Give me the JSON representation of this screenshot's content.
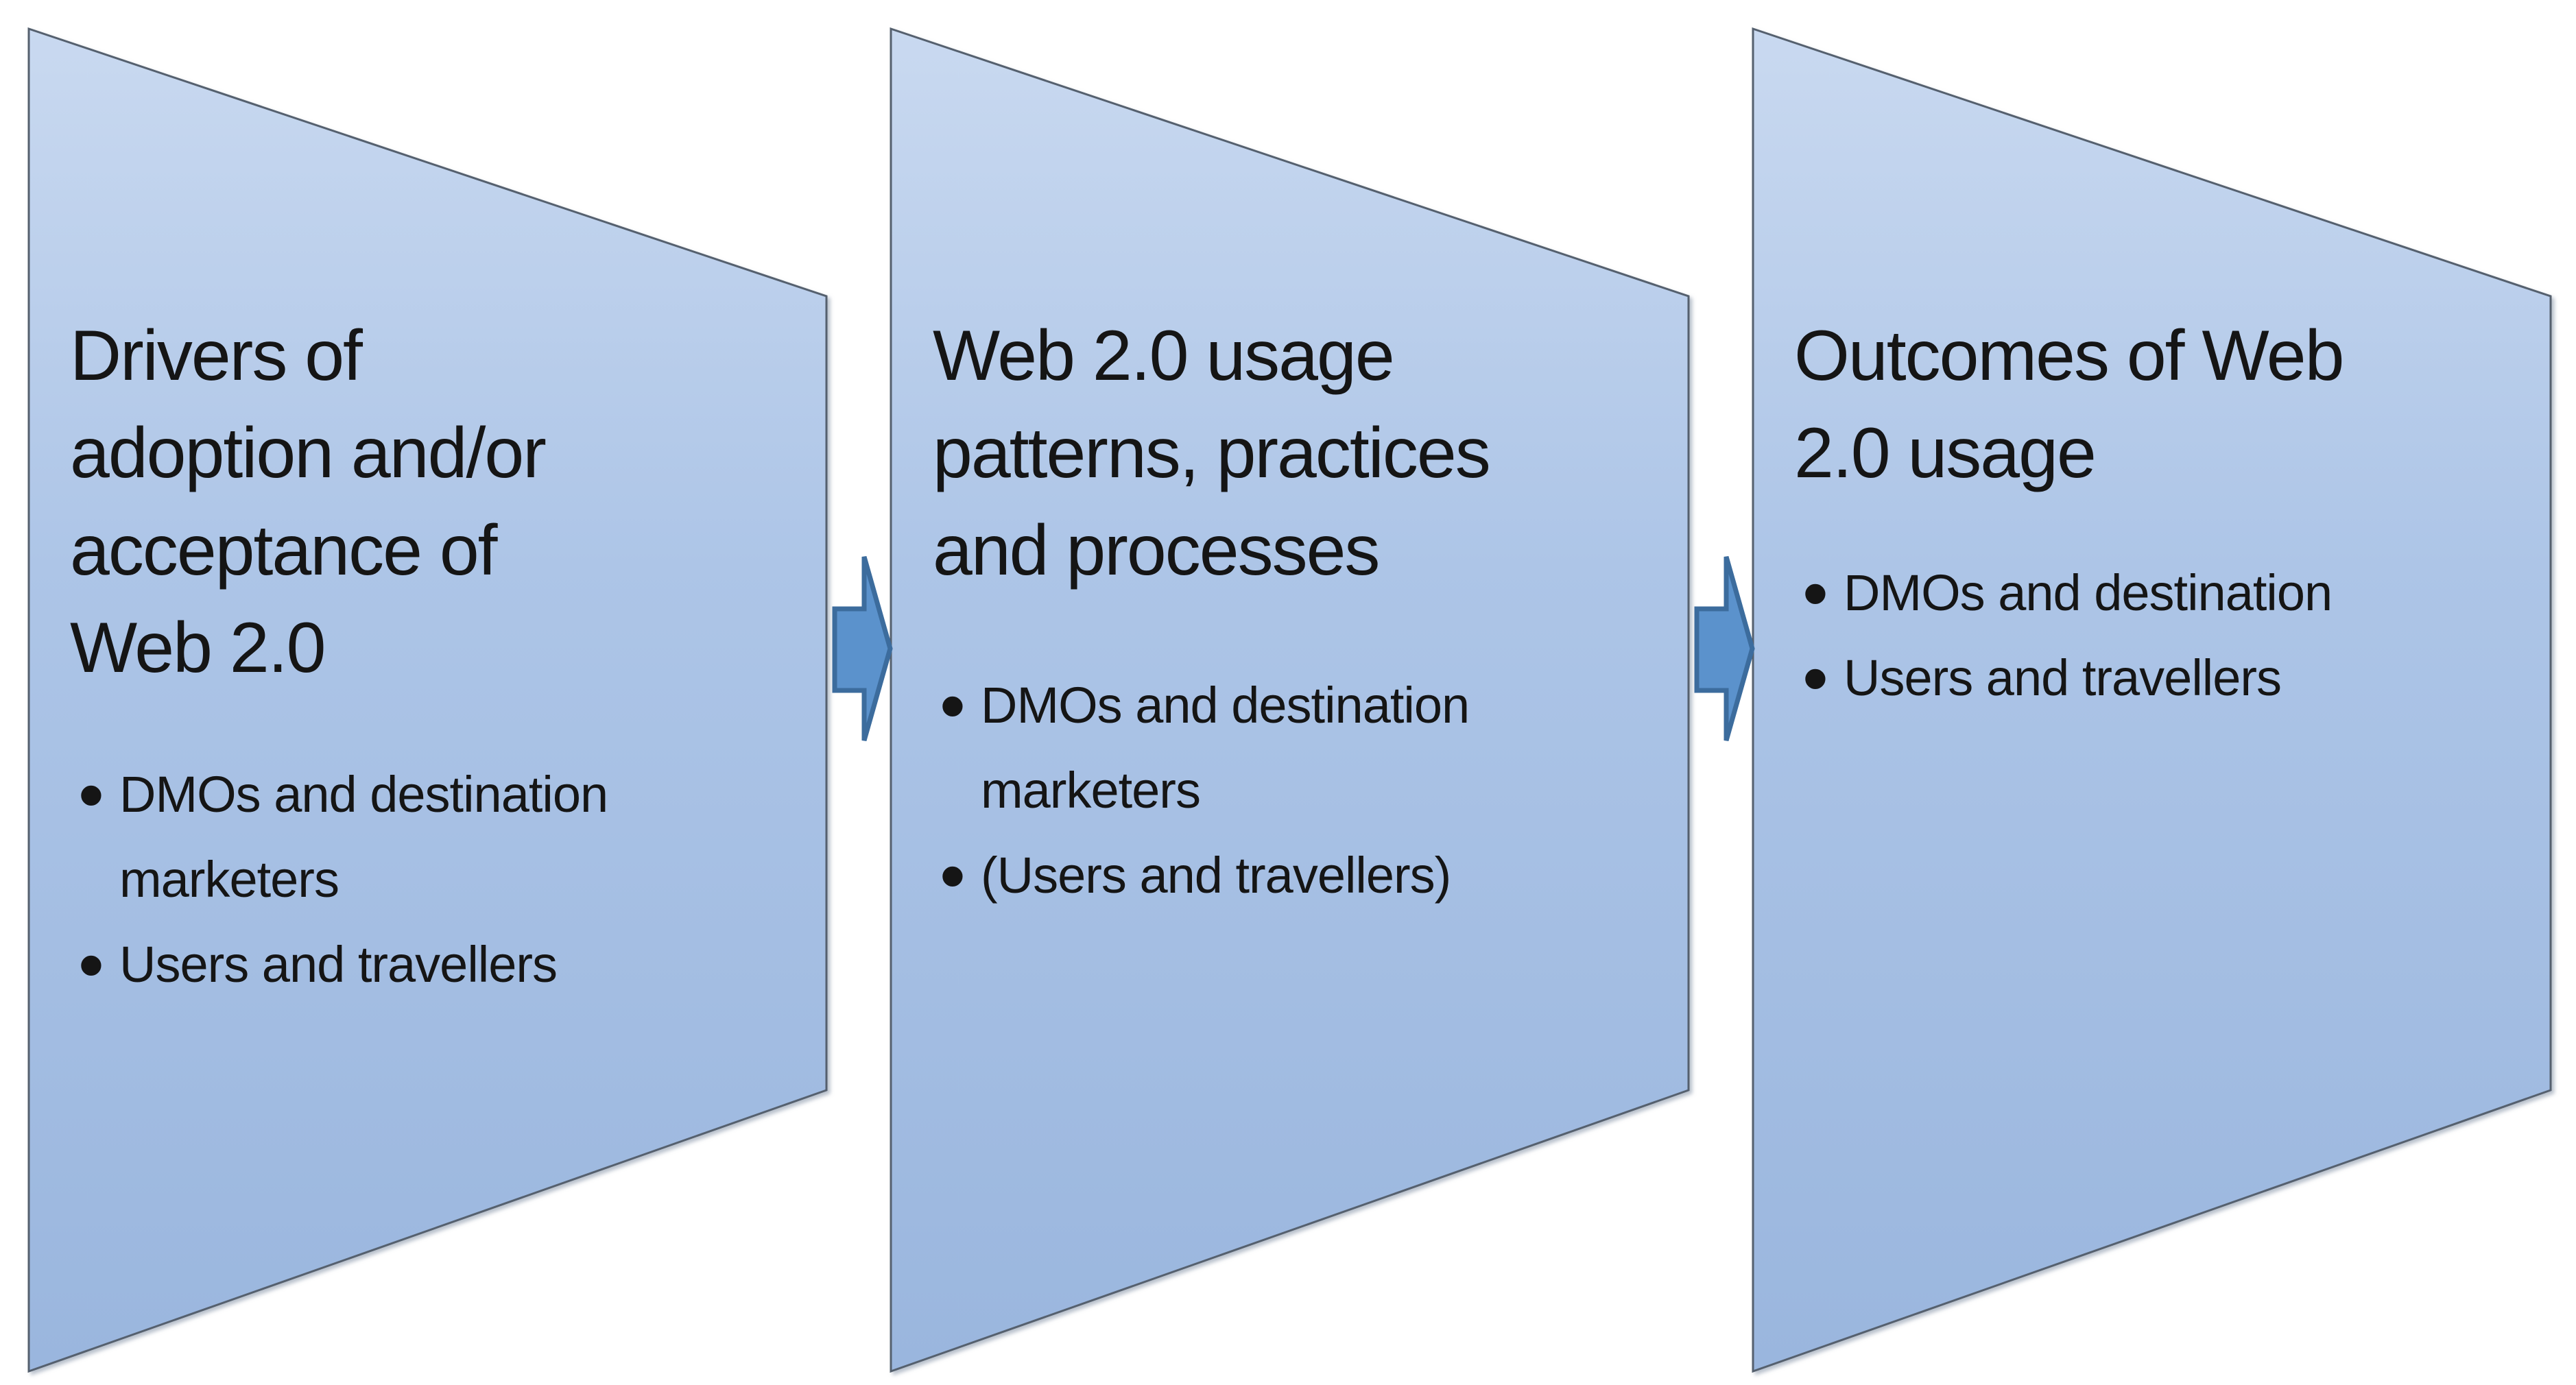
{
  "diagram": {
    "background": "#ffffff",
    "bullet_char": "•",
    "colors": {
      "panel_fill_top": "#c9d9f0",
      "panel_fill_mid": "#adc5e7",
      "panel_fill_bottom": "#9ab6de",
      "panel_border": "#55606e",
      "arrow_fill": "#5b92cc",
      "arrow_border": "#3c6c9d",
      "text": "#151515"
    },
    "panels": [
      {
        "title_lines": [
          "Drivers of",
          "adoption and/or",
          "acceptance of",
          "Web 2.0"
        ],
        "bullets": [
          "DMOs and destination marketers",
          "Users and travellers"
        ]
      },
      {
        "title_lines": [
          "Web 2.0 usage",
          "patterns, practices",
          "and processes"
        ],
        "bullets": [
          "DMOs and destination marketers",
          "(Users and travellers)"
        ]
      },
      {
        "title_lines": [
          "Outcomes of Web",
          "2.0 usage"
        ],
        "bullets": [
          "DMOs and destination",
          "Users and travellers"
        ]
      }
    ]
  }
}
